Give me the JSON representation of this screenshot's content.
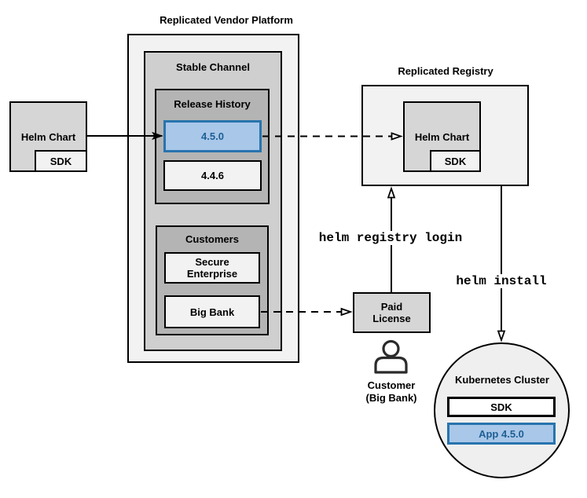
{
  "colors": {
    "highlight_fill": "#A9C7E8",
    "highlight_border": "#2874AE",
    "highlight_text": "#1D5F94",
    "box_light": "#F2F2F2",
    "box_mid": "#D6D6D6",
    "box_dark": "#B4B4B4"
  },
  "source_chart": {
    "label": "Helm Chart",
    "sdk_label": "SDK"
  },
  "platform": {
    "title": "Replicated Vendor Platform",
    "channel": {
      "title": "Stable Channel"
    },
    "release_history": {
      "title": "Release History",
      "release_new": "4.5.0",
      "release_old": "4.4.6"
    },
    "customers": {
      "title": "Customers",
      "customer_1": "Secure Enterprise",
      "customer_2": "Big Bank"
    }
  },
  "registry": {
    "title": "Replicated Registry",
    "chart_label": "Helm Chart",
    "sdk_label": "SDK"
  },
  "paid_license": {
    "label": "Paid License"
  },
  "customer": {
    "caption_line1": "Customer",
    "caption_line2": "(Big Bank)"
  },
  "cluster": {
    "title": "Kubernetes Cluster",
    "sdk_label": "SDK",
    "app_label": "App 4.5.0"
  },
  "edges": {
    "registry_login_label": "helm registry login",
    "install_label": "helm install"
  }
}
